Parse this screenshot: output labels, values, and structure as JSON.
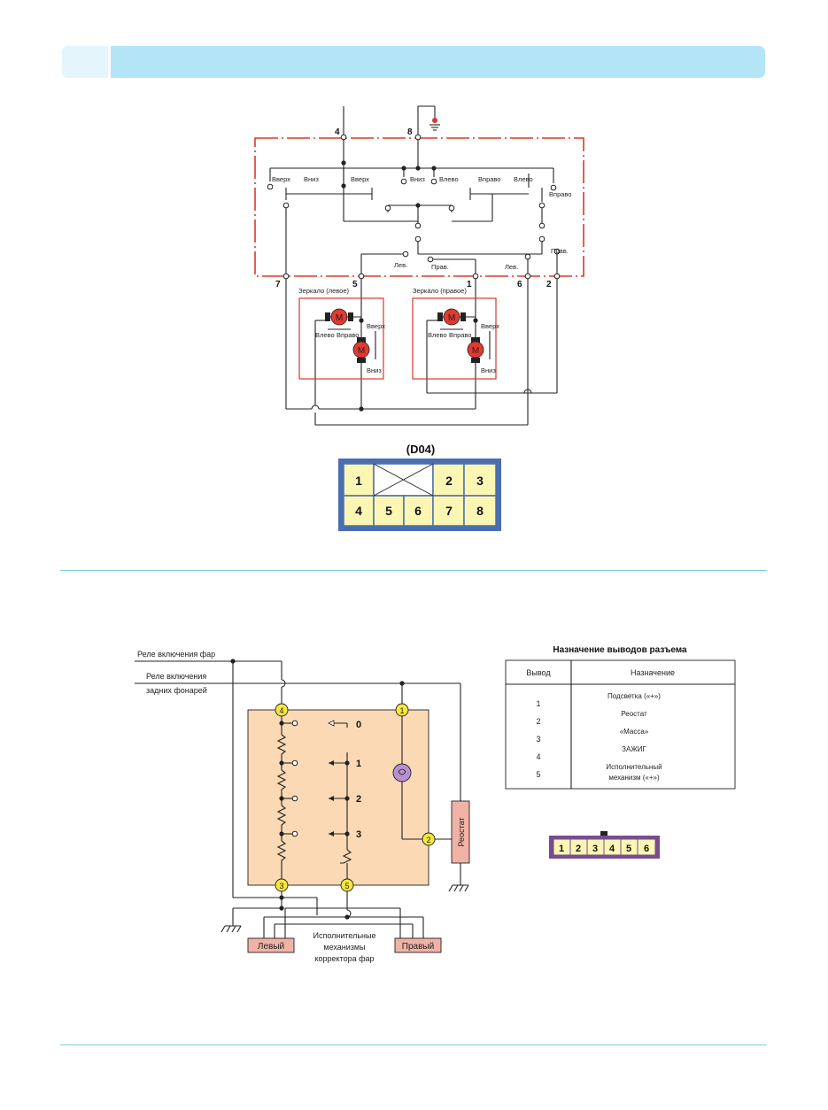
{
  "mirror_diagram": {
    "pins_top": {
      "p4": "4",
      "p8": "8"
    },
    "pins_bottom": {
      "p7": "7",
      "p5": "5",
      "p1": "1",
      "p6": "6",
      "p2": "2"
    },
    "labels": {
      "up_left": "Вверх",
      "down_left": "Вниз",
      "up_mid": "Вверх",
      "down_mid": "Вниз",
      "left_mid": "Влево",
      "right_mid": "Вправо",
      "left_right": "Влево",
      "right_far": "Вправо",
      "lev": "Лев.",
      "prav": "Прав.",
      "lev2": "Лев.",
      "prav2": "Прав."
    },
    "mirror_left": {
      "title": "Зеркало (левое)",
      "motor": "M",
      "left": "Влево",
      "right": "Вправо",
      "up": "Вверх",
      "down": "Вниз"
    },
    "mirror_right": {
      "title": "Зеркало (правое)",
      "motor": "M",
      "left": "Влево",
      "right": "Вправо",
      "up": "Вверх",
      "down": "Вниз"
    }
  },
  "connector_d04": {
    "title": "(D04)",
    "top_row": [
      "1",
      "2",
      "3"
    ],
    "bottom_row": [
      "4",
      "5",
      "6",
      "7",
      "8"
    ],
    "colors": {
      "frame": "#4a6fb0",
      "cell": "#fbf6b4"
    }
  },
  "headlight_diagram": {
    "wires": {
      "relay_headlights": "Реле включения фар",
      "relay_tail_1": "Реле включения",
      "relay_tail_2": "задних фонарей"
    },
    "pins": [
      "4",
      "1",
      "3",
      "5",
      "2"
    ],
    "positions": [
      "0",
      "1",
      "2",
      "3"
    ],
    "rheostat": "Реостат",
    "lamp_icon": "lamp-icon",
    "actuators": [
      "Исполнительные",
      "механизмы",
      "корректора фар"
    ],
    "left": "Левый",
    "right": "Правый",
    "colors": {
      "body": "#fbd9b5",
      "pin": "#f6e83a",
      "actuator": "#f1b2a6"
    }
  },
  "pin_table": {
    "title": "Назначение выводов разъема",
    "headers": [
      "Вывод",
      "Назначение"
    ],
    "pins": [
      "1",
      "2",
      "3",
      "4",
      "5"
    ],
    "purposes": [
      "Подсветка («+»)",
      "Реостат",
      "«Масса»",
      "ЗАЖИГ",
      "Исполнительный",
      "механизм («+»)"
    ]
  },
  "connector_6pin": {
    "pins": [
      "1",
      "2",
      "3",
      "4",
      "5",
      "6"
    ],
    "colors": {
      "frame": "#7a4b8e",
      "cell": "#fbf6b4"
    }
  }
}
